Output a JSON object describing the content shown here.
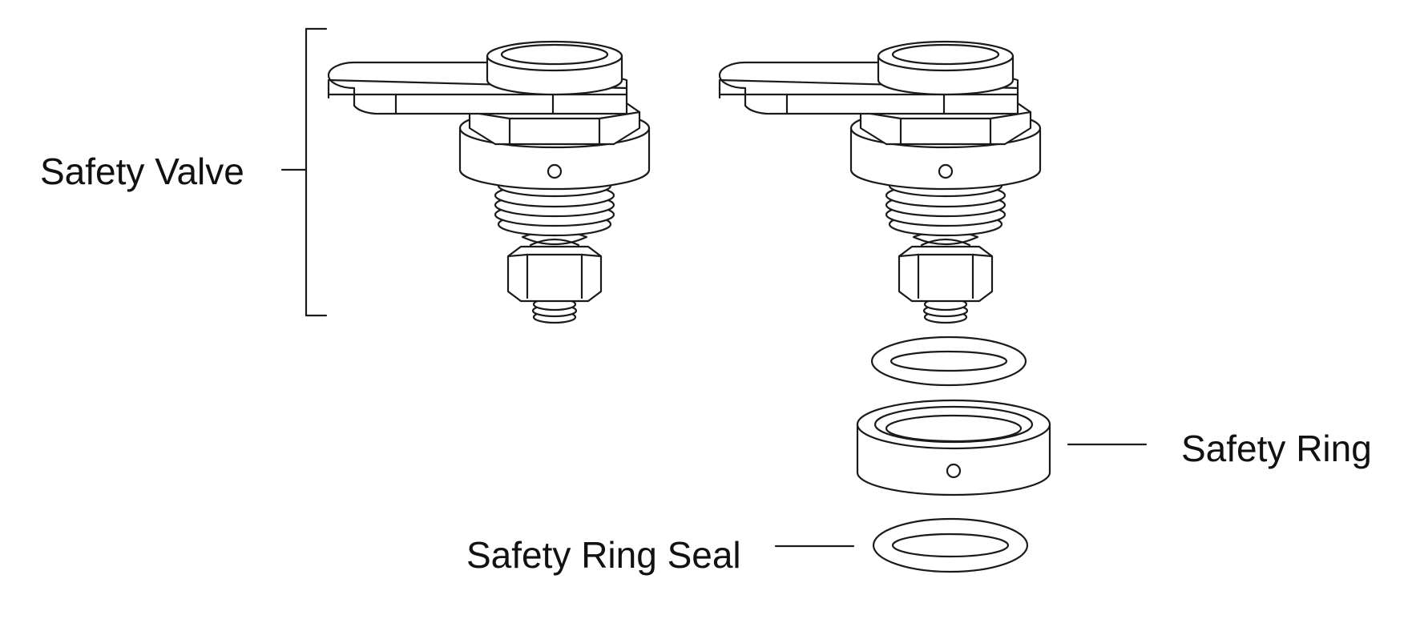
{
  "labels": {
    "safety_valve": "Safety Valve",
    "safety_ring": "Safety Ring",
    "safety_ring_seal": "Safety Ring Seal"
  },
  "colors": {
    "line": "#1a1a1a",
    "fill": "#ffffff",
    "text": "#111111"
  }
}
